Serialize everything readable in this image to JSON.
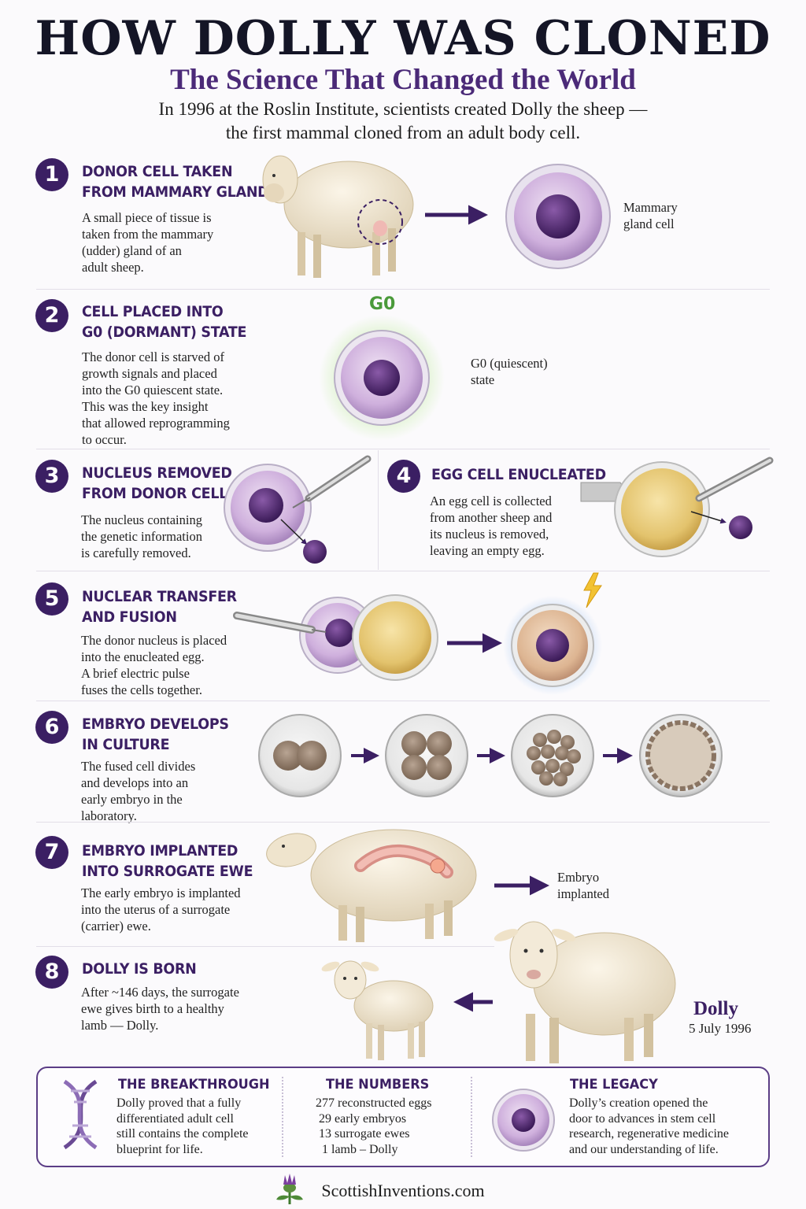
{
  "header": {
    "title": "HOW DOLLY WAS CLONED",
    "subtitle": "The Science That Changed the World",
    "intro": "In 1996 at the Roslin Institute, scientists created Dolly the sheep —\nthe first mammal cloned from an adult body cell."
  },
  "steps": [
    {
      "number": "1",
      "title": "DONOR CELL TAKEN\nFROM MAMMARY GLAND",
      "description": "A small piece of tissue is\ntaken from the mammary\n(udder) gland of an\nadult sheep.",
      "label": "Mammary\ngland cell"
    },
    {
      "number": "2",
      "title": "CELL PLACED INTO\nG0 (DORMANT) STATE",
      "description": "The donor cell is starved of\ngrowth signals and placed\ninto the G0 quiescent state.\nThis was the key insight\nthat allowed reprogramming\nto occur.",
      "label": "G0 (quiescent)\nstate",
      "badge": "G0"
    },
    {
      "number": "3",
      "title": "NUCLEUS REMOVED\nFROM DONOR CELL",
      "description": "The nucleus containing\nthe genetic information\nis carefully removed."
    },
    {
      "number": "4",
      "title": "EGG CELL ENUCLEATED",
      "description": "An egg cell is collected\nfrom another sheep and\nits nucleus is removed,\nleaving an empty egg."
    },
    {
      "number": "5",
      "title": "NUCLEAR TRANSFER\nAND FUSION",
      "description": "The donor nucleus is placed\ninto the enucleated egg.\nA brief electric pulse\nfuses the cells together."
    },
    {
      "number": "6",
      "title": "EMBRYO DEVELOPS\nIN CULTURE",
      "description": "The fused cell divides\nand develops into an\nearly embryo in the\nlaboratory."
    },
    {
      "number": "7",
      "title": "EMBRYO IMPLANTED\nINTO SURROGATE EWE",
      "description": "The early embryo is implanted\ninto the uterus of a surrogate\n(carrier) ewe.",
      "label": "Embryo\nimplanted"
    },
    {
      "number": "8",
      "title": "DOLLY IS BORN",
      "description": "After ~146 days, the surrogate\newe gives birth to a healthy\nlamb — Dolly.",
      "name": "Dolly",
      "date": "5 July 1996"
    }
  ],
  "summary": {
    "breakthrough": {
      "heading": "THE BREAKTHROUGH",
      "text": "Dolly proved that a fully\ndifferentiated adult cell\nstill contains the complete\nblueprint for life."
    },
    "numbers": {
      "heading": "THE NUMBERS",
      "text": "277 reconstructed eggs\n 29 early embryos\n 13 surrogate ewes\n  1 lamb – Dolly"
    },
    "legacy": {
      "heading": "THE LEGACY",
      "text": "Dolly’s creation opened the\ndoor to advances in stem cell\nresearch, regenerative medicine\nand our understanding of life."
    }
  },
  "footer": {
    "site": "ScottishInventions.com"
  },
  "colors": {
    "accent": "#3b1f63",
    "title": "#141526",
    "g0_green": "#4a9a3a",
    "cell_purple": "#c8a8d8",
    "egg_gold": "#e3c36d"
  },
  "icons": [
    "dna-icon",
    "thistle-icon",
    "lightning-icon",
    "micropipette-icon",
    "arrow-right-icon",
    "arrow-left-icon"
  ]
}
